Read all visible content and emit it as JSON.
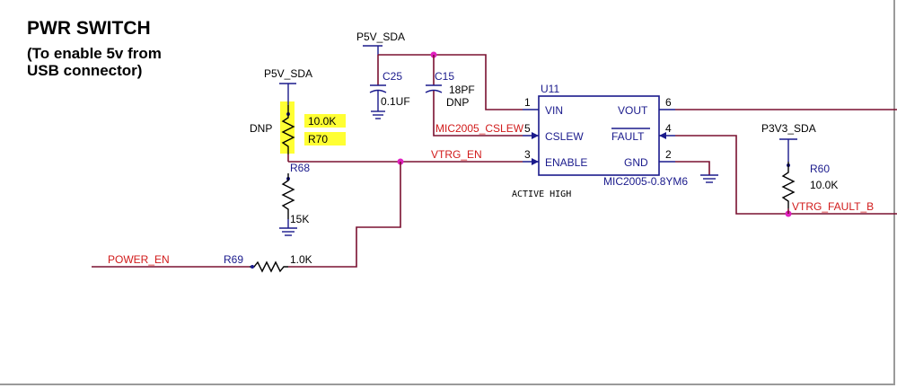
{
  "header": {
    "title": "PWR SWITCH",
    "subtitle_line1": "(To enable 5v from",
    "subtitle_line2": "USB connector)"
  },
  "rails": {
    "p5v_left": "P5V_SDA",
    "p5v_top": "P5V_SDA",
    "p3v3": "P3V3_SDA"
  },
  "components": {
    "r70": {
      "ref": "R70",
      "value": "10.0K",
      "note": "DNP"
    },
    "r68": {
      "ref": "R68",
      "value": "15K"
    },
    "r69": {
      "ref": "R69",
      "value": "1.0K"
    },
    "r60": {
      "ref": "R60",
      "value": "10.0K"
    },
    "c25": {
      "ref": "C25",
      "value": "0.1UF"
    },
    "c15": {
      "ref": "C15",
      "value": "18PF",
      "note": "DNP"
    }
  },
  "ic": {
    "ref": "U11",
    "part": "MIC2005-0.8YM6",
    "pins_left": [
      {
        "num": "1",
        "name": "VIN"
      },
      {
        "num": "5",
        "name": "CSLEW"
      },
      {
        "num": "3",
        "name": "ENABLE"
      }
    ],
    "pins_right": [
      {
        "num": "6",
        "name": "VOUT"
      },
      {
        "num": "4",
        "name": "FAULT"
      },
      {
        "num": "2",
        "name": "GND"
      }
    ],
    "note": "ACTIVE HIGH"
  },
  "nets": {
    "power_en": "POWER_EN",
    "vtrg_en": "VTRG_EN",
    "cslew": "MIC2005_CSLEW",
    "fault": "VTRG_FAULT_B"
  },
  "colors": {
    "wire": "#7a1030",
    "component": "#1a1a8c",
    "net_label": "#d11a1a",
    "junction": "#e020c0",
    "highlight": "#ffff33"
  }
}
